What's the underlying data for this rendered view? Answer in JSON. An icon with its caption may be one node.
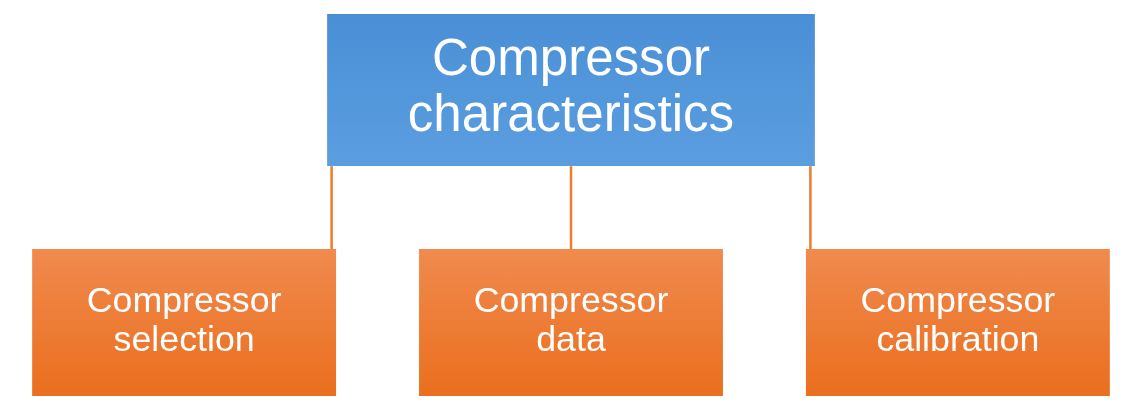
{
  "diagram": {
    "nodes": [
      {
        "text": [
          "Compressor characteristics"
        ]
      },
      {
        "text": [
          "Compressor selection"
        ]
      },
      {
        "text": [
          "Compressor data"
        ]
      },
      {
        "text": [
          "Compressor calibration"
        ]
      }
    ],
    "edges": [
      {
        "from": 0,
        "to": 1,
        "arrow": "none"
      },
      {
        "from": 0,
        "to": 2,
        "arrow": "none"
      },
      {
        "from": 0,
        "to": 3,
        "arrow": "none"
      }
    ]
  }
}
